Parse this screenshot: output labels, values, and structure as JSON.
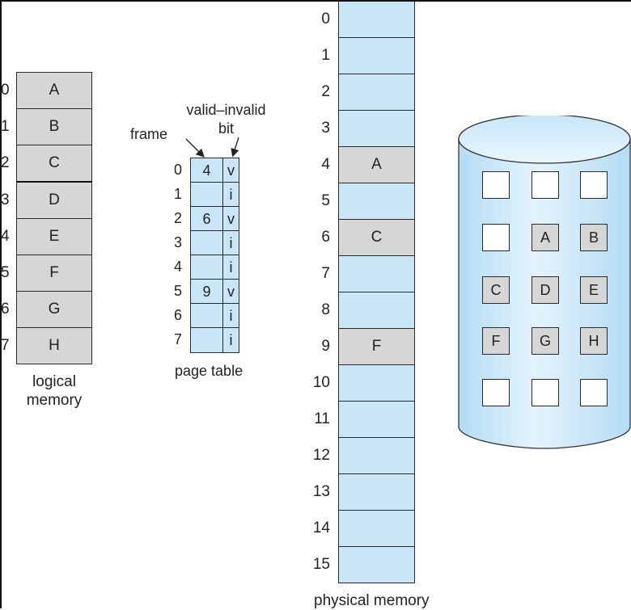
{
  "colors": {
    "memory_free": "#c9e6f7",
    "memory_used": "#d6d6d6",
    "border": "#2a2a2a"
  },
  "logical_memory": {
    "caption_line1": "logical",
    "caption_line2": "memory",
    "pages": [
      {
        "index": "0",
        "label": "A"
      },
      {
        "index": "1",
        "label": "B"
      },
      {
        "index": "2",
        "label": "C"
      },
      {
        "index": "3",
        "label": "D"
      },
      {
        "index": "4",
        "label": "E"
      },
      {
        "index": "5",
        "label": "F"
      },
      {
        "index": "6",
        "label": "G"
      },
      {
        "index": "7",
        "label": "H"
      }
    ]
  },
  "page_table": {
    "caption": "page table",
    "frame_label": "frame",
    "valid_label_line1": "valid–invalid",
    "valid_label_line2": "bit",
    "rows": [
      {
        "index": "0",
        "frame": "4",
        "bit": "v"
      },
      {
        "index": "1",
        "frame": "",
        "bit": "i"
      },
      {
        "index": "2",
        "frame": "6",
        "bit": "v"
      },
      {
        "index": "3",
        "frame": "",
        "bit": "i"
      },
      {
        "index": "4",
        "frame": "",
        "bit": "i"
      },
      {
        "index": "5",
        "frame": "9",
        "bit": "v"
      },
      {
        "index": "6",
        "frame": "",
        "bit": "i"
      },
      {
        "index": "7",
        "frame": "",
        "bit": "i"
      }
    ]
  },
  "physical_memory": {
    "caption": "physical memory",
    "frames": [
      {
        "index": "0",
        "label": ""
      },
      {
        "index": "1",
        "label": ""
      },
      {
        "index": "2",
        "label": ""
      },
      {
        "index": "3",
        "label": ""
      },
      {
        "index": "4",
        "label": "A"
      },
      {
        "index": "5",
        "label": ""
      },
      {
        "index": "6",
        "label": "C"
      },
      {
        "index": "7",
        "label": ""
      },
      {
        "index": "8",
        "label": ""
      },
      {
        "index": "9",
        "label": "F"
      },
      {
        "index": "10",
        "label": ""
      },
      {
        "index": "11",
        "label": ""
      },
      {
        "index": "12",
        "label": ""
      },
      {
        "index": "13",
        "label": ""
      },
      {
        "index": "14",
        "label": ""
      },
      {
        "index": "15",
        "label": ""
      }
    ]
  },
  "backing_store": {
    "rows": [
      [
        "",
        "",
        ""
      ],
      [
        "",
        "A",
        "B"
      ],
      [
        "C",
        "D",
        "E"
      ],
      [
        "F",
        "G",
        "H"
      ],
      [
        "",
        "",
        ""
      ]
    ]
  }
}
